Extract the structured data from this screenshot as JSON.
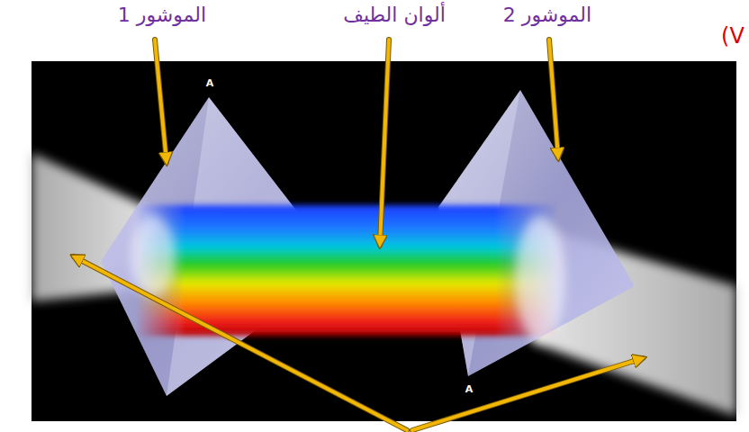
{
  "diagram": {
    "labels": [
      "الموشور 1",
      "ألوان الطيف",
      "الموشور 2",
      "(V",
      "A",
      "A"
    ]
  }
}
